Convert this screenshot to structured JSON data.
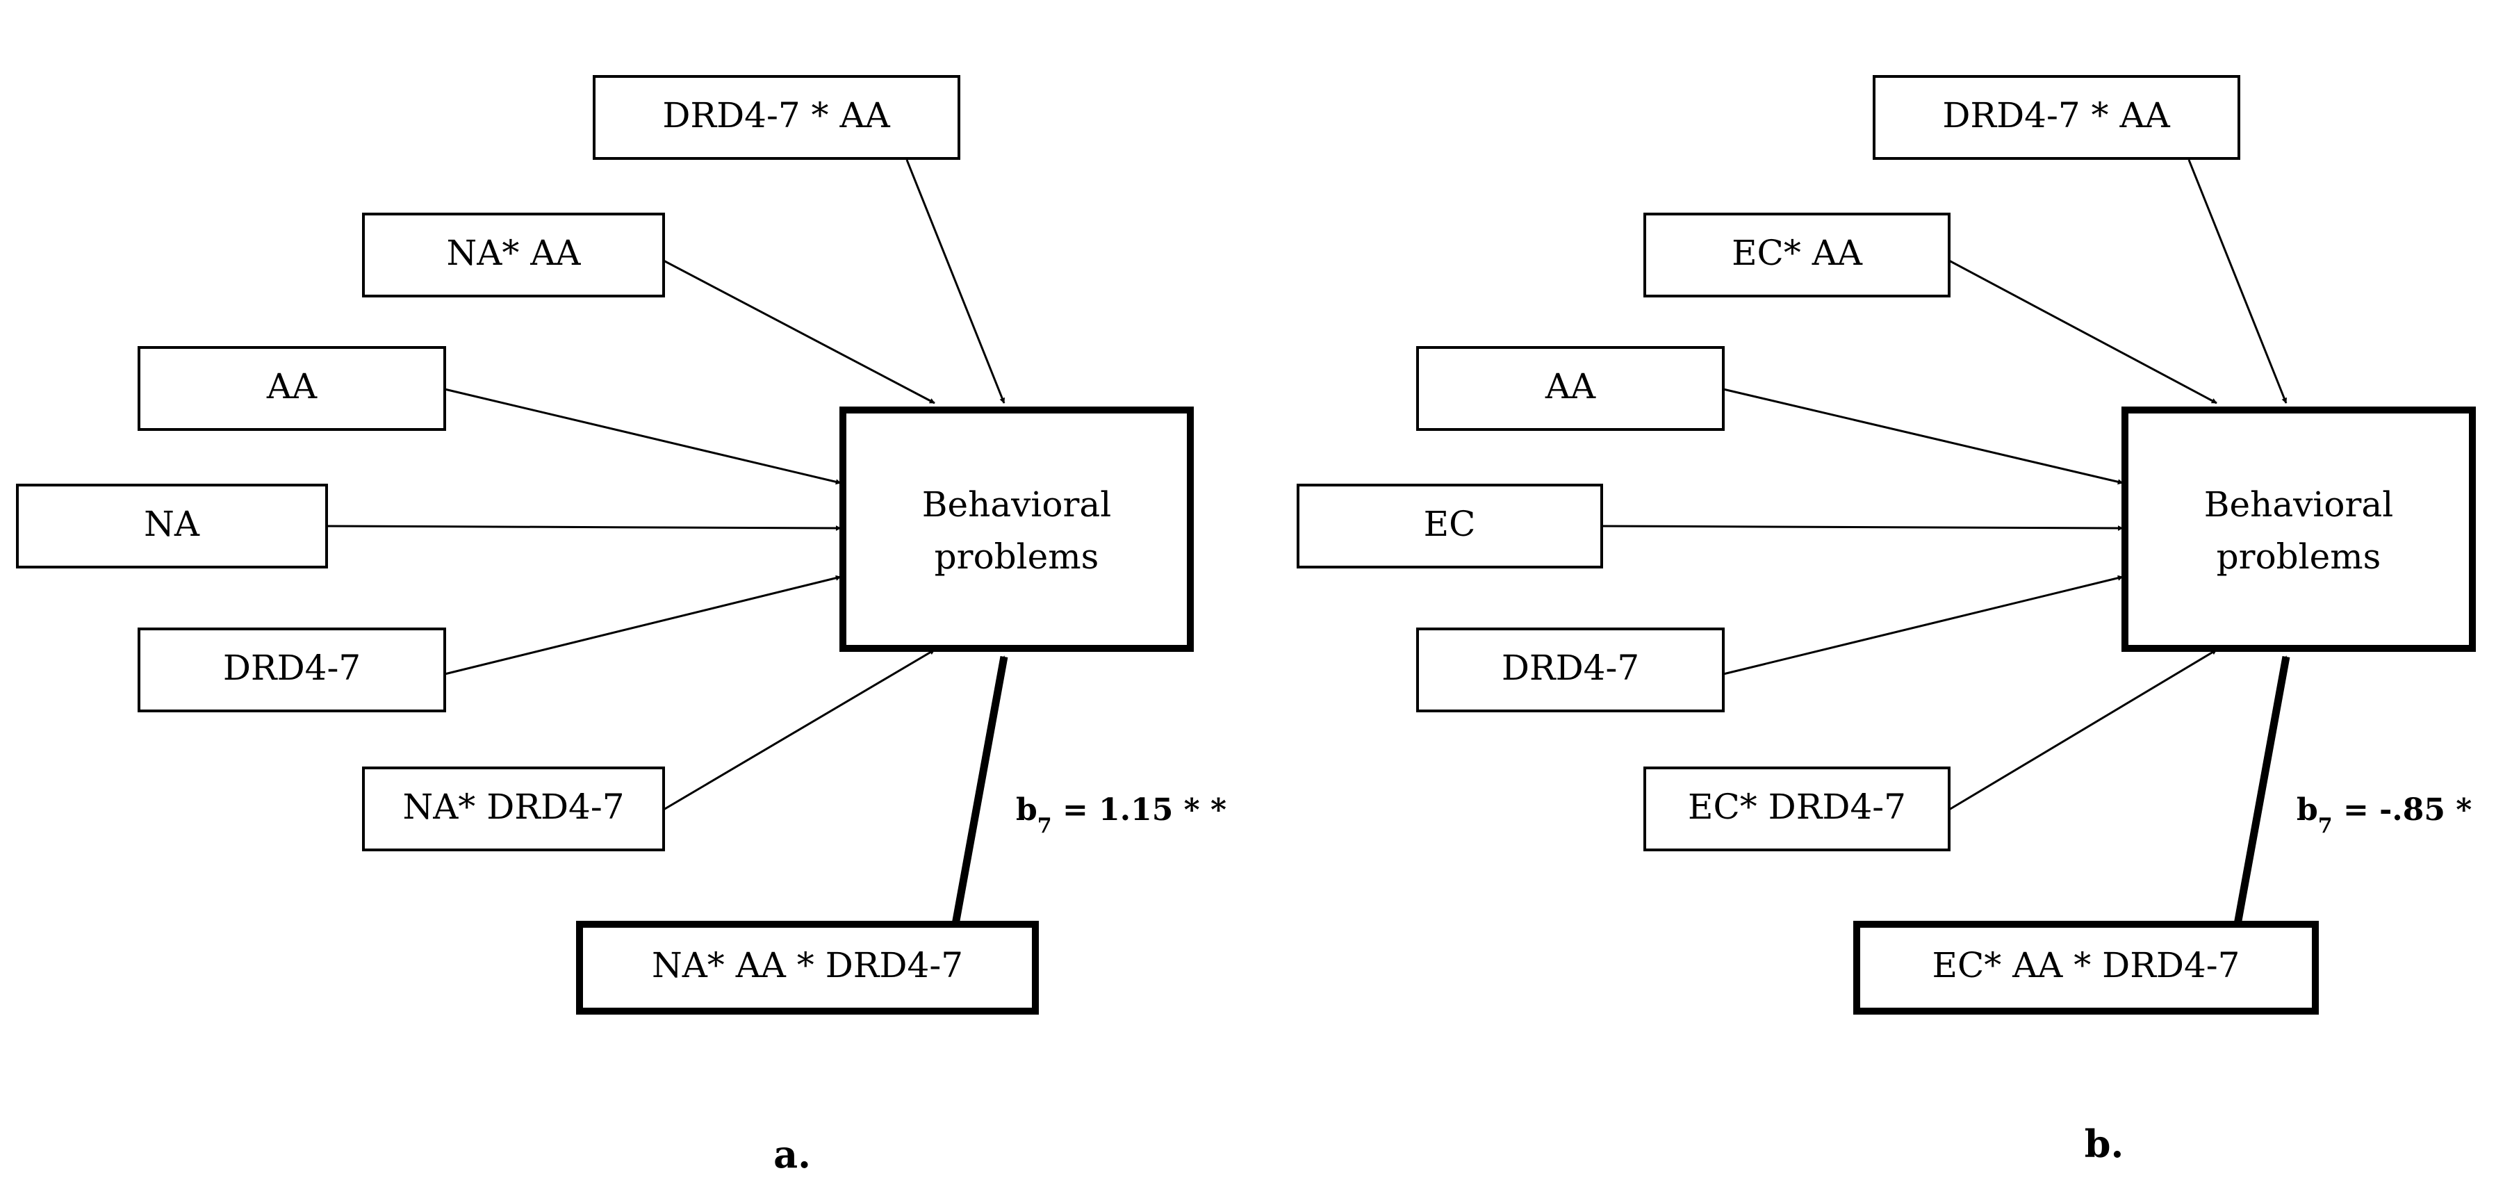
{
  "panels": [
    {
      "label": "a.",
      "outcome": [
        "Behavioral",
        "problems"
      ],
      "predictors": {
        "top_interaction": "DRD4-7 * AA",
        "mod_aa": "NA* AA",
        "aa": "AA",
        "temperament": "NA",
        "drd4": "DRD4-7",
        "mod_drd4": "NA* DRD4-7",
        "three_way": "NA* AA * DRD4-7"
      },
      "coefficient": {
        "prefix": "b",
        "subscript": "7",
        "value": " = 1.15 * *"
      }
    },
    {
      "label": "b.",
      "outcome": [
        "Behavioral",
        "problems"
      ],
      "predictors": {
        "top_interaction": "DRD4-7 * AA",
        "mod_aa": "EC* AA",
        "aa": "AA",
        "temperament": "EC",
        "drd4": "DRD4-7",
        "mod_drd4": "EC* DRD4-7",
        "three_way": "EC* AA * DRD4-7"
      },
      "coefficient": {
        "prefix": "b",
        "subscript": "7",
        "value": " = -.85 *"
      }
    }
  ],
  "colors": {
    "stroke": "#000000",
    "background": "#ffffff"
  }
}
